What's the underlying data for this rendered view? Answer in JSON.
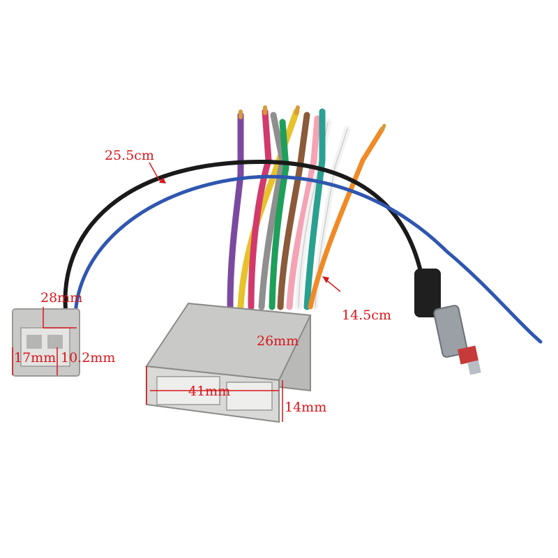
{
  "photo": {
    "subject": "wiring-harness-with-antenna-adapter",
    "colors": {
      "annotation": "#d8161a",
      "connector_body": "#c9c9c7",
      "background": "#ffffff"
    },
    "wire_colors": [
      "#7b4aa0",
      "#e7c22d",
      "#d23a6c",
      "#8f8f8f",
      "#1e9f5a",
      "#8a5a3a",
      "#f4a3b5",
      "#f3f3f3",
      "#2aa090",
      "#4a4a4a",
      "#f08a26",
      "#2f56b0",
      "#1a1a1a"
    ]
  },
  "annotations": {
    "cable_length": "25.5cm",
    "wire_length": "14.5cm",
    "small_width": "28mm",
    "small_height": "17mm",
    "small_depth": "10.2mm",
    "large_height": "26mm",
    "large_width": "41mm",
    "large_depth": "14mm"
  }
}
